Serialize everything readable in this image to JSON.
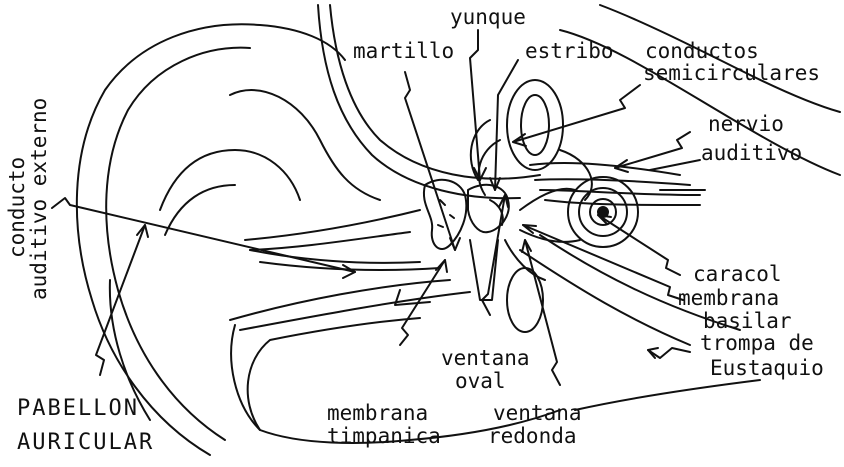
{
  "labels": {
    "yunque": "yunque",
    "martillo": "martillo",
    "estribo": "estribo",
    "conductos": "conductos",
    "semicirculares": "semicirculares",
    "nervio": "nervio",
    "auditivo": "auditivo",
    "conducto": "conducto",
    "auditivo_externo": "auditivo externo",
    "caracol": "caracol",
    "membrana": "membrana",
    "basilar": "basilar",
    "trompa_de": "trompa de",
    "eustaquio": "Eustaquio",
    "ventana_1": "ventana",
    "oval": "oval",
    "pabellon": "PABELLON",
    "auricular": "AURICULAR",
    "membrana_2": "membrana",
    "timpanica": "timpanica",
    "ventana_2": "ventana",
    "redonda": "redonda"
  },
  "colors": {
    "ink": "#111111",
    "background": "#ffffff"
  }
}
